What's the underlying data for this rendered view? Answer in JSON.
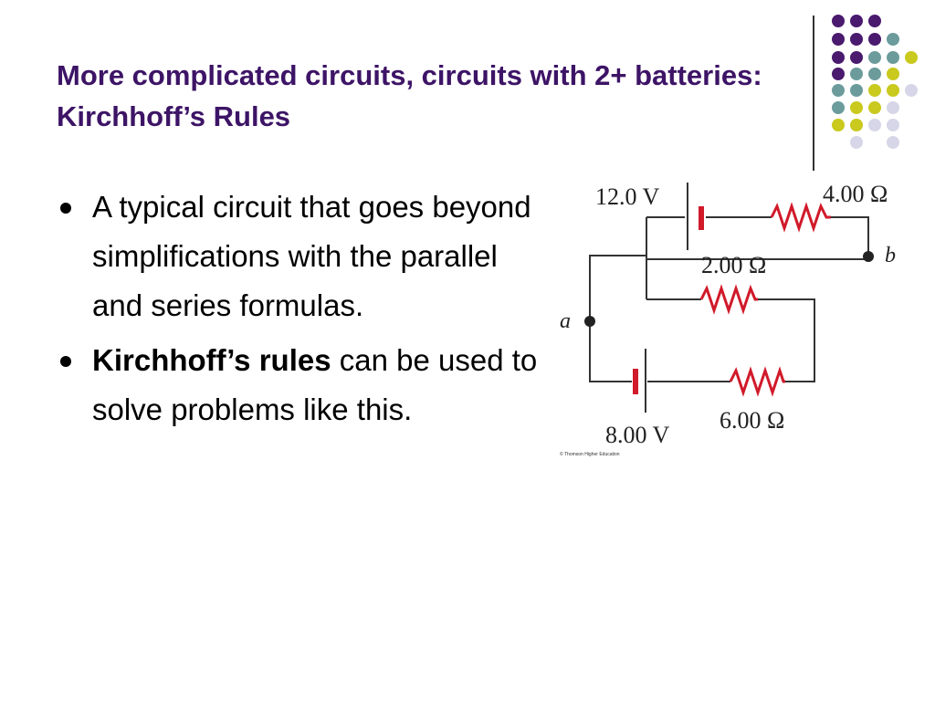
{
  "title": "More complicated circuits, circuits with 2+ batteries: Kirchhoff’s Rules",
  "bullets": [
    {
      "bold": "",
      "text": "A typical circuit that goes beyond simplifications with the parallel and series formulas."
    },
    {
      "bold": "Kirchhoff’s rules",
      "text": " can be used to solve problems like this."
    }
  ],
  "circuit": {
    "battery_top_label": "12.0 V",
    "resistor_top_label": "4.00 Ω",
    "resistor_middle_label": "2.00 Ω",
    "battery_bottom_label": "8.00 V",
    "resistor_bottom_label": "6.00 Ω",
    "node_a": "a",
    "node_b": "b",
    "credit": "© Thomson Higher Education"
  },
  "colors": {
    "title": "#3d1466",
    "purple": "#4a1a6e",
    "teal": "#6c9b9c",
    "yellow": "#c9c91e",
    "lavender": "#d6d6e8",
    "component_red": "#d11a2a"
  }
}
